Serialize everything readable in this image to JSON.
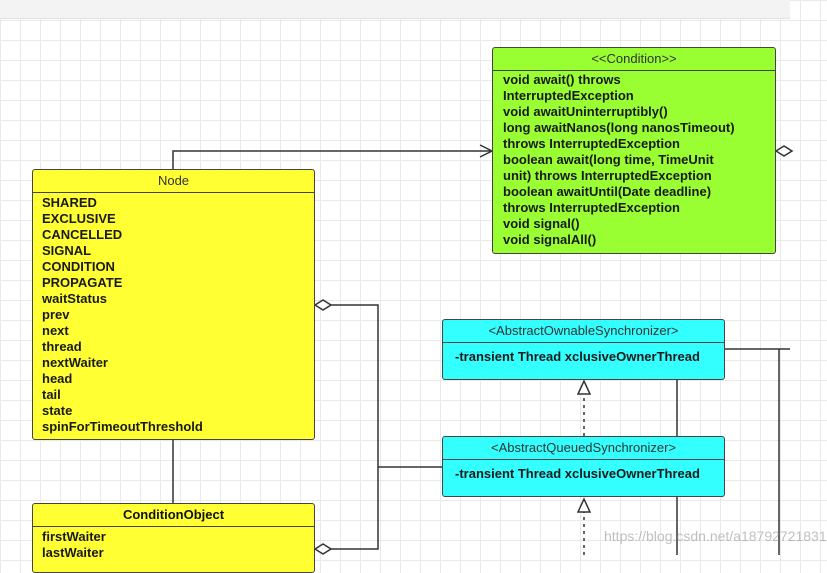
{
  "condition": {
    "title": "<<Condition>>",
    "members": [
      "void await() throws",
      "InterruptedException",
      "void awaitUninterruptibly()",
      "long awaitNanos(long nanosTimeout)",
      "throws InterruptedException",
      "boolean await(long time, TimeUnit",
      "unit) throws InterruptedException",
      "boolean awaitUntil(Date deadline)",
      "throws InterruptedException",
      "void signal()",
      "void signalAll()"
    ]
  },
  "node": {
    "title": "Node",
    "members": [
      "SHARED",
      "EXCLUSIVE",
      "CANCELLED",
      "SIGNAL",
      "CONDITION",
      "PROPAGATE",
      "waitStatus",
      "prev",
      "next",
      "thread",
      "nextWaiter",
      "head",
      "tail",
      "state",
      "spinForTimeoutThreshold"
    ]
  },
  "aos": {
    "title": "<AbstractOwnableSynchronizer>",
    "members": [
      "-transient Thread xclusiveOwnerThread"
    ]
  },
  "aqs": {
    "title": "<AbstractQueuedSynchronizer>",
    "members": [
      "-transient Thread xclusiveOwnerThread"
    ]
  },
  "condition_object": {
    "title": "ConditionObject",
    "members": [
      "firstWaiter",
      "lastWaiter"
    ]
  },
  "watermark": "https://blog.csdn.net/a18792721831",
  "colors": {
    "interface": "#99ff33",
    "class_yellow": "#ffff33",
    "class_cyan": "#33ffff"
  }
}
